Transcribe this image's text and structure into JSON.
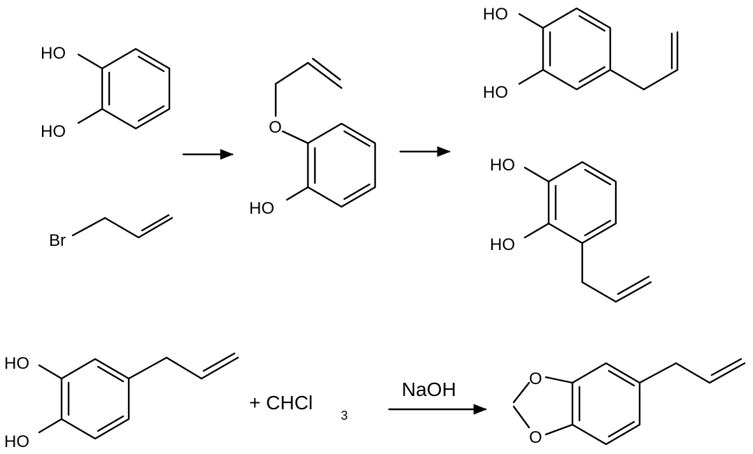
{
  "labels": {
    "hydroxy": "HO",
    "bromo": "Br",
    "oxygen": "O",
    "plus_chcl": "+ CHCl",
    "sub3": "3",
    "base": "NaOH"
  }
}
